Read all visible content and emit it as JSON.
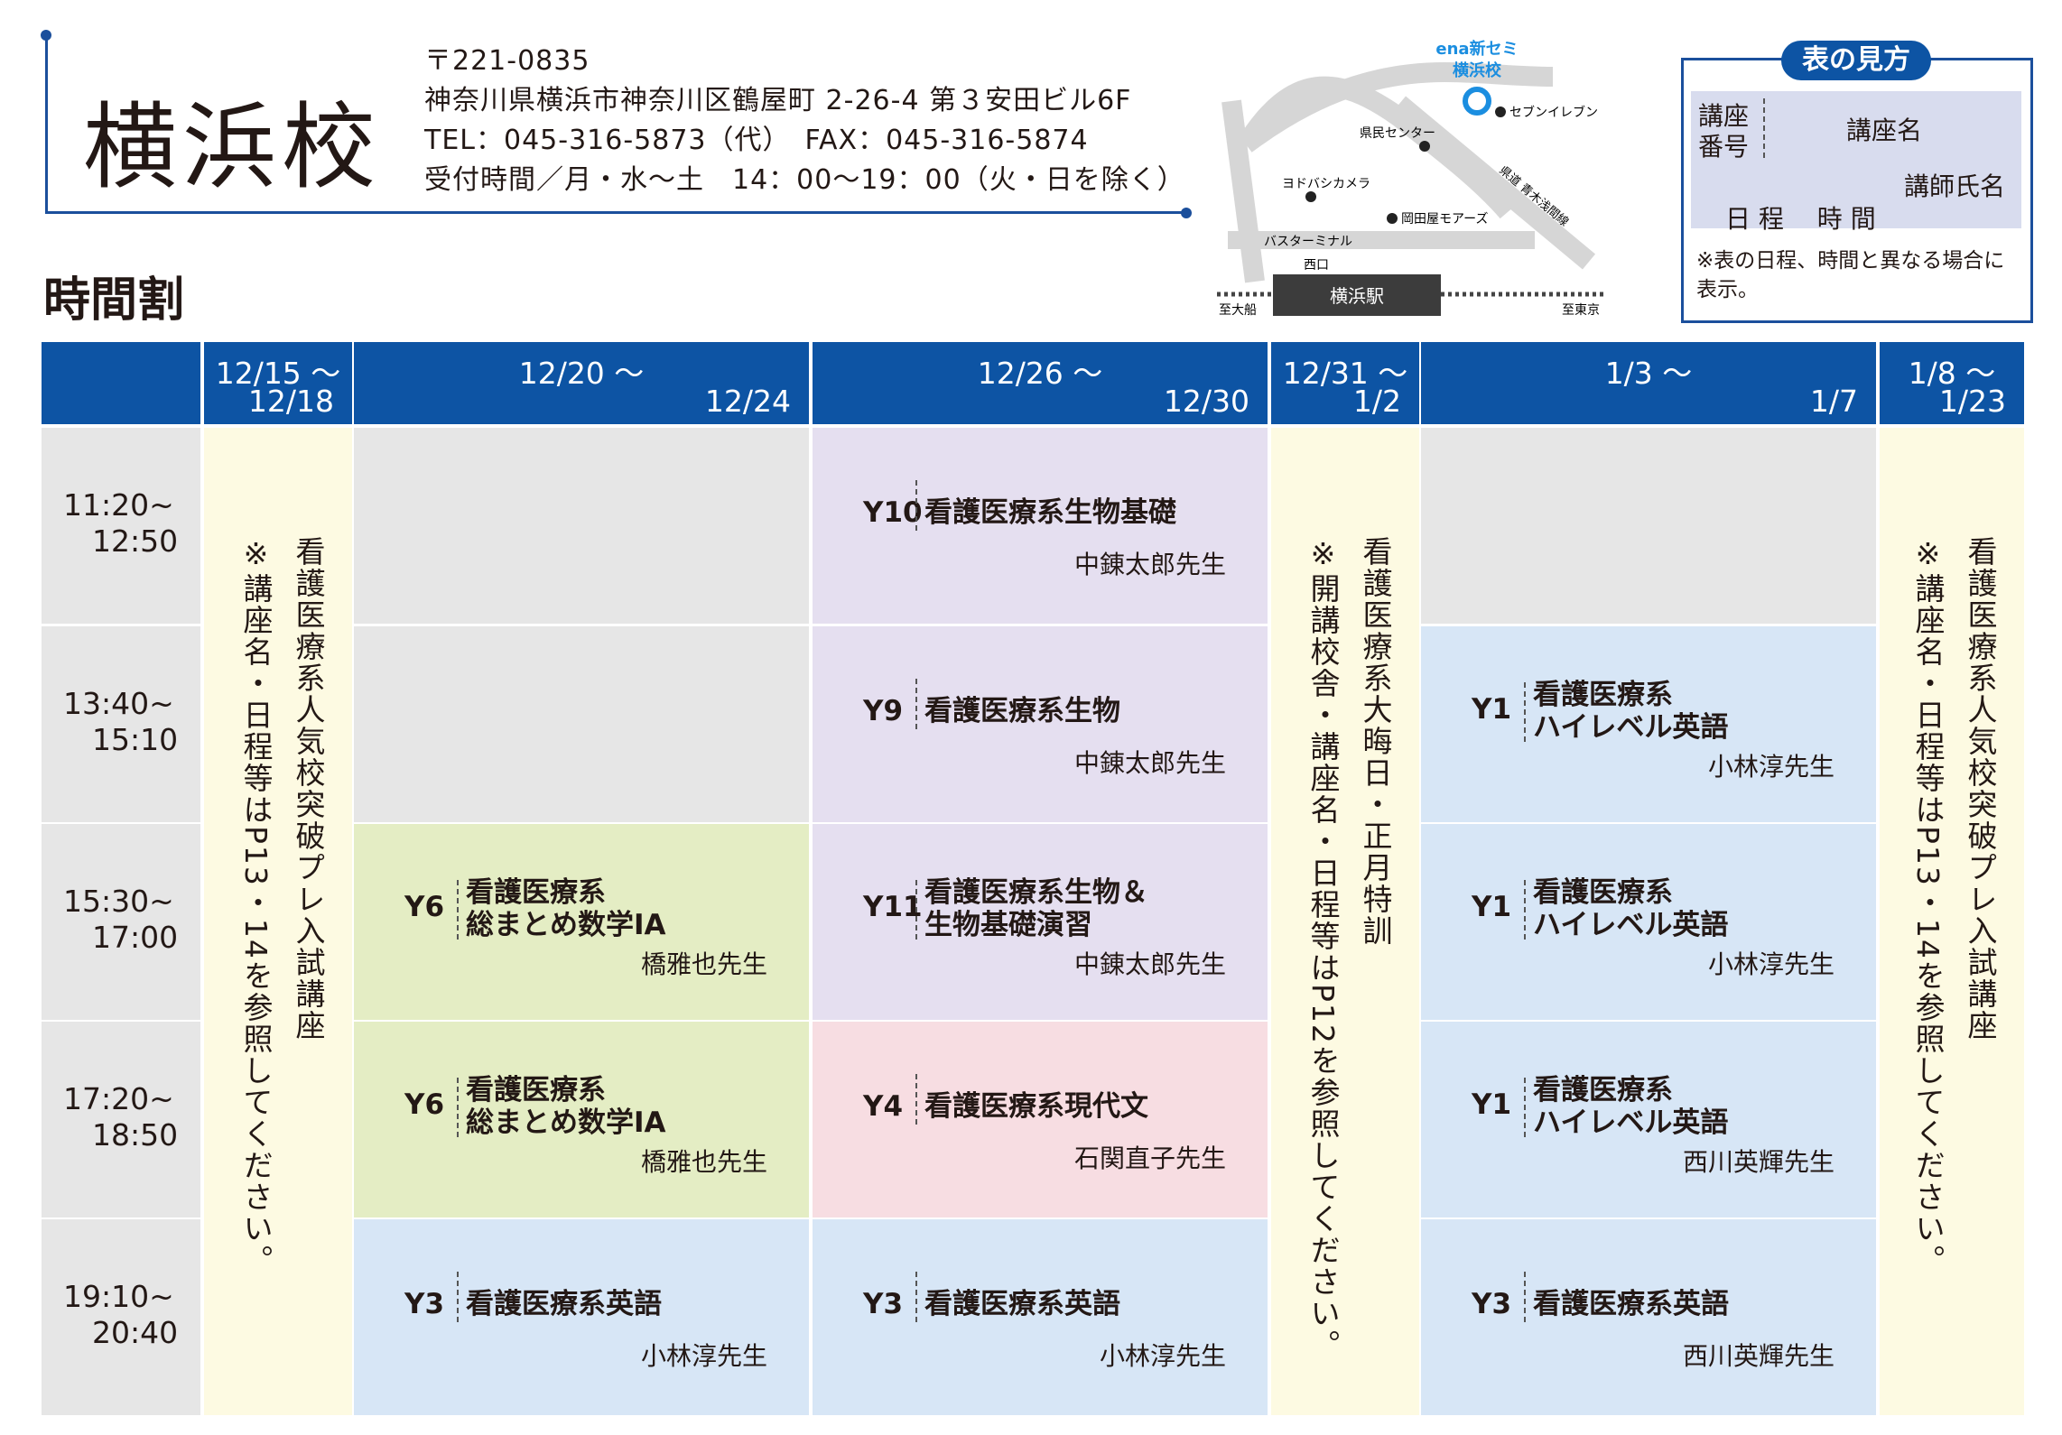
{
  "school": {
    "name": "横浜校",
    "postal": "〒221-0835",
    "address": "神奈川県横浜市神奈川区鶴屋町 2-26-4 第３安田ビル6F",
    "phone": "TEL：045-316-5873（代）　FAX：045-316-5874",
    "hours": "受付時間／月・水〜土　14：00〜19：00（火・日を除く）"
  },
  "section_title": "時間割",
  "map": {
    "school_label_1": "ena新セミ",
    "school_label_2": "横浜校",
    "seven": "セブンイレブン",
    "kenmin": "県民センター",
    "yodobashi": "ヨドバシカメラ",
    "okadaya": "岡田屋モアーズ",
    "bus": "バスターミナル",
    "road": "県道 青木浅間線",
    "west": "西口",
    "station": "横浜駅",
    "left_dir": "至大船",
    "right_dir": "至東京"
  },
  "legend": {
    "title": "表の見方",
    "code_1": "講座",
    "code_2": "番号",
    "course": "講座名",
    "teacher": "講師氏名",
    "schedule": "日 程　 時 間",
    "note": "※表の日程、時間と異なる場合に表示。"
  },
  "columns": [
    {
      "l1": "12/15 ～",
      "l2": "12/18"
    },
    {
      "l1": "12/20 ～",
      "l2": "12/24"
    },
    {
      "l1": "12/26 ～",
      "l2": "12/30"
    },
    {
      "l1": "12/31 ～",
      "l2": "1/2"
    },
    {
      "l1": "1/3 ～",
      "l2": "1/7"
    },
    {
      "l1": "1/8 ～",
      "l2": "1/23"
    }
  ],
  "times": [
    {
      "start": "11:20~",
      "end": "12:50"
    },
    {
      "start": "13:40~",
      "end": "15:10"
    },
    {
      "start": "15:30~",
      "end": "17:00"
    },
    {
      "start": "17:20~",
      "end": "18:50"
    },
    {
      "start": "19:10~",
      "end": "20:40"
    }
  ],
  "notes": {
    "col1_a": "看護医療系人気校突破プレ入試講座",
    "col1_b": "※講座名・日程等はP13・14を参照してください。",
    "col4_a": "看護医療系大晦日・正月特訓",
    "col4_b": "※開講校舎・講座名・日程等はP12を参照してください。",
    "col6_a": "看護医療系人気校突破プレ入試講座",
    "col6_b": "※講座名・日程等はP13・14を参照してください。"
  },
  "courses": {
    "c3r1": {
      "code": "Y10",
      "t1": "看護医療系生物基礎",
      "t2": "",
      "teacher": "中錬太郎先生"
    },
    "c3r2": {
      "code": "Y9",
      "t1": "看護医療系生物",
      "t2": "",
      "teacher": "中錬太郎先生"
    },
    "c3r3": {
      "code": "Y11",
      "t1": "看護医療系生物＆",
      "t2": "生物基礎演習",
      "teacher": "中錬太郎先生"
    },
    "c3r4": {
      "code": "Y4",
      "t1": "看護医療系現代文",
      "t2": "",
      "teacher": "石関直子先生"
    },
    "c3r5": {
      "code": "Y3",
      "t1": "看護医療系英語",
      "t2": "",
      "teacher": "小林淳先生"
    },
    "c2r3": {
      "code": "Y6",
      "t1": "看護医療系",
      "t2": "総まとめ数学ⅠA",
      "teacher": "橋雅也先生"
    },
    "c2r4": {
      "code": "Y6",
      "t1": "看護医療系",
      "t2": "総まとめ数学ⅠA",
      "teacher": "橋雅也先生"
    },
    "c2r5": {
      "code": "Y3",
      "t1": "看護医療系英語",
      "t2": "",
      "teacher": "小林淳先生"
    },
    "c5r2": {
      "code": "Y1",
      "t1": "看護医療系",
      "t2": "ハイレベル英語",
      "teacher": "小林淳先生"
    },
    "c5r3": {
      "code": "Y1",
      "t1": "看護医療系",
      "t2": "ハイレベル英語",
      "teacher": "小林淳先生"
    },
    "c5r4": {
      "code": "Y1",
      "t1": "看護医療系",
      "t2": "ハイレベル英語",
      "teacher": "西川英輝先生"
    },
    "c5r5": {
      "code": "Y3",
      "t1": "看護医療系英語",
      "t2": "",
      "teacher": "西川英輝先生"
    }
  },
  "colors": {
    "header_blue": "#0d54a4",
    "time_gray": "#e6e6e6",
    "purple": "#e5dff0",
    "blue": "#d7e6f6",
    "green": "#e4edc4",
    "pink": "#f7dde2",
    "cream": "#fdfae2"
  }
}
